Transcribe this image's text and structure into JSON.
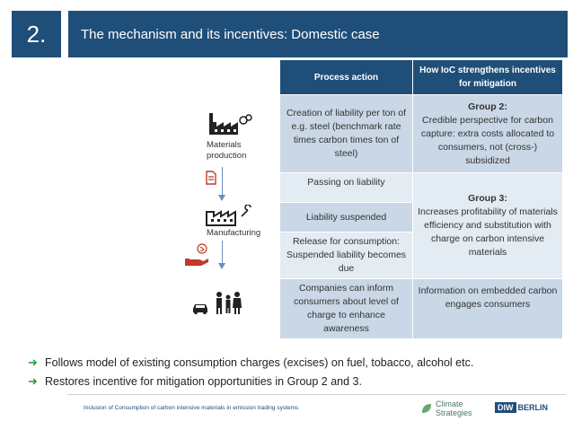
{
  "header": {
    "number": "2.",
    "title": "The mechanism and its incentives: Domestic case"
  },
  "diagram": {
    "label_materials_line1": "Materials",
    "label_materials_line2": "production",
    "label_manufacturing": "Manufacturing"
  },
  "table": {
    "headers": [
      "Process action",
      "How IoC strengthens incentives for mitigation"
    ],
    "row1": {
      "action": "Creation of liability per ton of e.g. steel (benchmark rate times carbon times ton of steel)",
      "group_title": "Group 2:",
      "group_text": "Credible perspective for carbon capture:  extra costs allocated to consumers, not (cross-) subsidized"
    },
    "row2": {
      "action": "Passing on liability"
    },
    "row3": {
      "action": "Liability suspended"
    },
    "row4": {
      "action": "Release for consumption: Suspended liability becomes due"
    },
    "group3": {
      "title": "Group 3:",
      "text": "Increases profitability of materials efficiency and substitution with charge on carbon intensive materials"
    },
    "row5": {
      "action": "Companies can inform consumers about level of charge to enhance awareness",
      "incentive": "Information on embedded carbon engages consumers"
    }
  },
  "bullets": [
    "Follows model of existing consumption charges (excises) on fuel, tobacco, alcohol etc.",
    "Restores incentive for mitigation opportunities in Group 2 and 3."
  ],
  "footer": {
    "text": "Inclusion of Consumption of carbon intensive materials in emission trading systems",
    "logo1_line1": "Climate",
    "logo1_line2": "Strategies",
    "logo2_box": "DIW",
    "logo2_text": "BERLIN"
  },
  "colors": {
    "primary": "#1f4e79",
    "shade_dark": "#c9d7e6",
    "shade_light": "#e3ebf3",
    "accent": "#2e9e3e"
  }
}
